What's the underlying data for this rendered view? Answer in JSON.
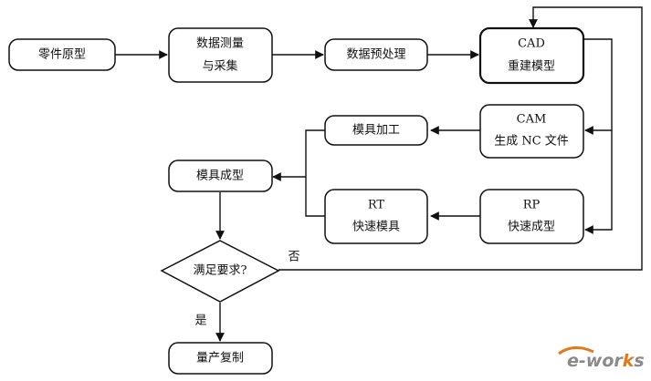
{
  "nodes": {
    "part_prototype": "零件原型",
    "data_measure_1": "数据测量",
    "data_measure_2": "与采集",
    "data_preprocess": "数据预处理",
    "cad_1": "CAD",
    "cad_2": "重建模型",
    "cam_1": "CAM",
    "cam_2": "生成 NC 文件",
    "mold_machining": "模具加工",
    "mold_forming": "模具成型",
    "rt_1": "RT",
    "rt_2": "快速模具",
    "rp_1": "RP",
    "rp_2": "快速成型",
    "decision": "满足要求?",
    "mass_production": "量产复制"
  },
  "edges": {
    "no": "否",
    "yes": "是"
  },
  "watermark": {
    "brand_left": "e-wor",
    "brand_k": "k",
    "brand_right": "s",
    "brand_color": "#8a8a8a",
    "accent_color": "#e07a1a"
  }
}
